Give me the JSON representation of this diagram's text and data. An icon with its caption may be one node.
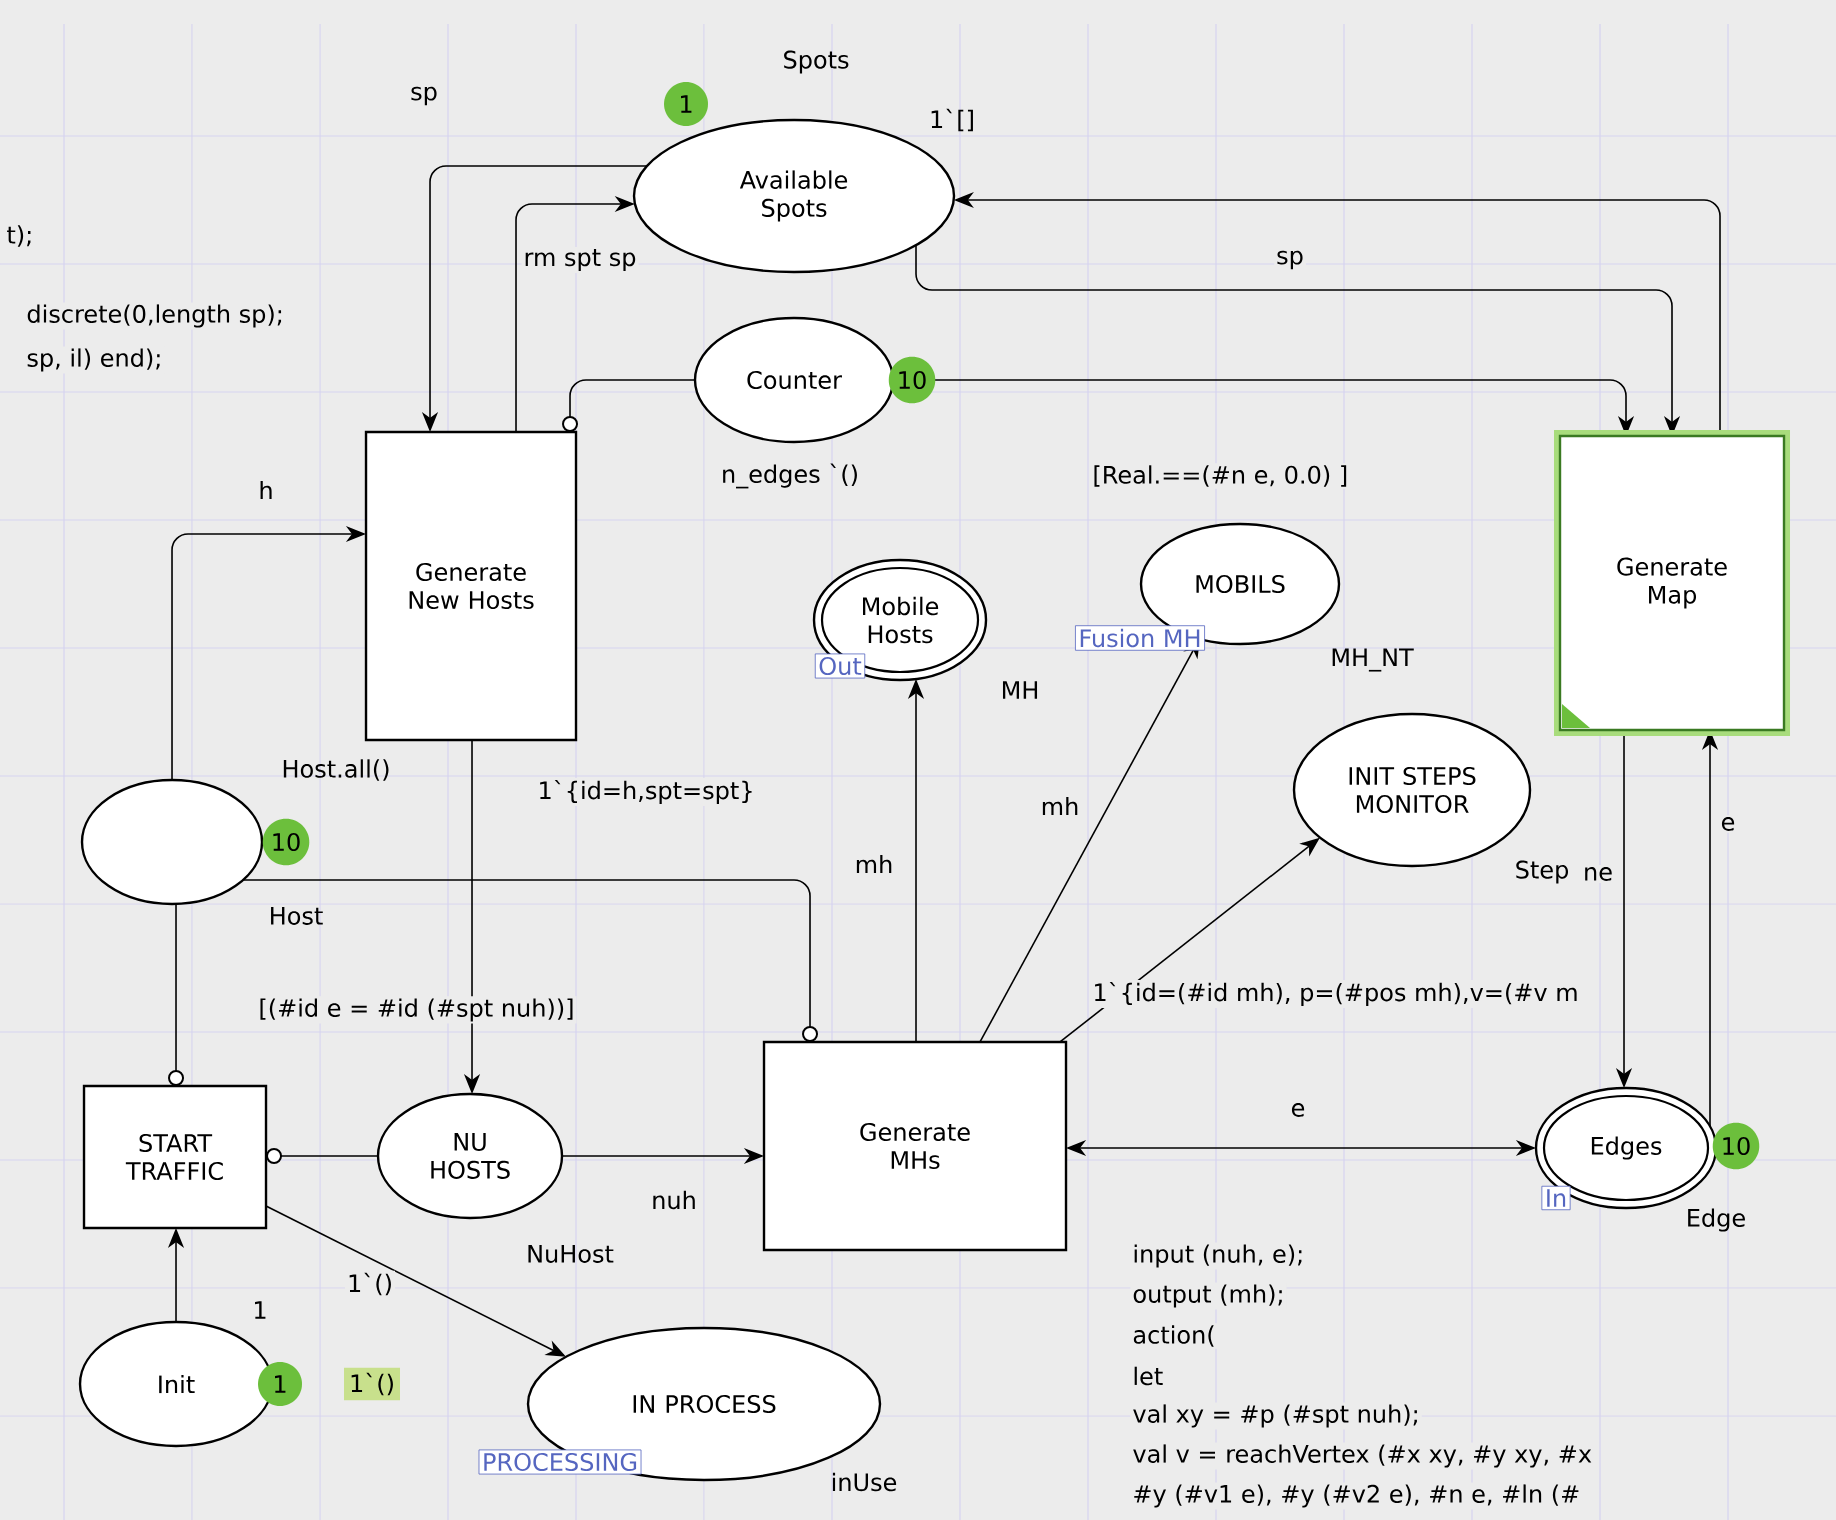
{
  "diagram": {
    "nodes": [
      {
        "text": [
          "Available Spots"
        ],
        "beside": [
          "1",
          "Spots",
          "1`[]"
        ]
      },
      {
        "text": [
          "Counter"
        ],
        "beside": [
          "10",
          "n_edges `()"
        ]
      },
      {
        "text": [
          "Generate New Hosts"
        ]
      },
      {
        "text": [
          "Generate Map"
        ]
      },
      {
        "text": [
          "Mobile Hosts"
        ],
        "beside": [
          "Out",
          "MH"
        ]
      },
      {
        "text": [
          "MOBILS"
        ],
        "beside": [
          "Fusion MH",
          "MH_NT"
        ]
      },
      {
        "text": [
          "INIT STEPS MONITOR"
        ],
        "beside": [
          "Step"
        ]
      },
      {
        "text": [],
        "shape": "ellipse",
        "beside": [
          "10",
          "Host.all()",
          "Host"
        ]
      },
      {
        "text": [
          "START TRAFFIC"
        ]
      },
      {
        "text": [
          "NU HOSTS"
        ],
        "beside": [
          "NuHost"
        ]
      },
      {
        "text": [
          "Generate MHs"
        ]
      },
      {
        "text": [
          "Edges"
        ],
        "beside": [
          "10",
          "In",
          "Edge"
        ]
      },
      {
        "text": [
          "Init"
        ],
        "beside": [
          "1",
          "1`()"
        ]
      },
      {
        "text": [
          "IN PROCESS"
        ],
        "beside": [
          "PROCESSING",
          "inUse"
        ]
      }
    ],
    "edges": [
      {
        "from": 0,
        "to": 2,
        "arrow": "to",
        "label": "sp"
      },
      {
        "from": 2,
        "to": 0,
        "arrow": "to",
        "label": "rm spt sp"
      },
      {
        "from": 3,
        "to": 0,
        "arrow": "to"
      },
      {
        "from": 0,
        "to": 3,
        "arrow": "to",
        "label": "sp"
      },
      {
        "from": 1,
        "to": 3,
        "arrow": "to"
      },
      {
        "from": 1,
        "to": 2,
        "arrow": "other"
      },
      {
        "from": 7,
        "to": 2,
        "arrow": "to",
        "label": "h"
      },
      {
        "from": 2,
        "to": 9,
        "arrow": "to",
        "label": "1`{id=h,spt=spt}"
      },
      {
        "from": 7,
        "to": 10,
        "arrow": "other"
      },
      {
        "from": 7,
        "to": 8,
        "arrow": "other"
      },
      {
        "from": 9,
        "to": 8,
        "arrow": "other"
      },
      {
        "from": 9,
        "to": 10,
        "arrow": "to",
        "label": "nuh"
      },
      {
        "from": 12,
        "to": 8,
        "arrow": "to",
        "label": "1"
      },
      {
        "from": 8,
        "to": 13,
        "arrow": "to",
        "label": "1`()"
      },
      {
        "from": 10,
        "to": 4,
        "arrow": "to",
        "label": "mh"
      },
      {
        "from": 10,
        "to": 5,
        "arrow": "to",
        "label": "mh"
      },
      {
        "from": 10,
        "to": 6,
        "arrow": "to",
        "label": "1`{id=(#id mh), p=(#pos mh),v=(#v m"
      },
      {
        "from": 10,
        "to": 11,
        "arrow": "both",
        "label": "e"
      },
      {
        "from": 3,
        "to": 11,
        "arrow": "to",
        "label": "ne"
      },
      {
        "from": 11,
        "to": 3,
        "arrow": "to",
        "label": "e"
      }
    ],
    "labels": [
      "t);",
      "discrete(0,length sp);",
      "sp, il) end);",
      "[Real.==(#n e, 0.0) ]",
      "[(#id e = #id (#spt nuh))]",
      "input (nuh, e);",
      "output (mh);",
      "action(",
      "let",
      "val xy = #p (#spt nuh);",
      "val v = reachVertex (#x xy, #y xy, #x",
      "#y (#v1 e), #y (#v2 e), #n e, #ln (#"
    ]
  }
}
